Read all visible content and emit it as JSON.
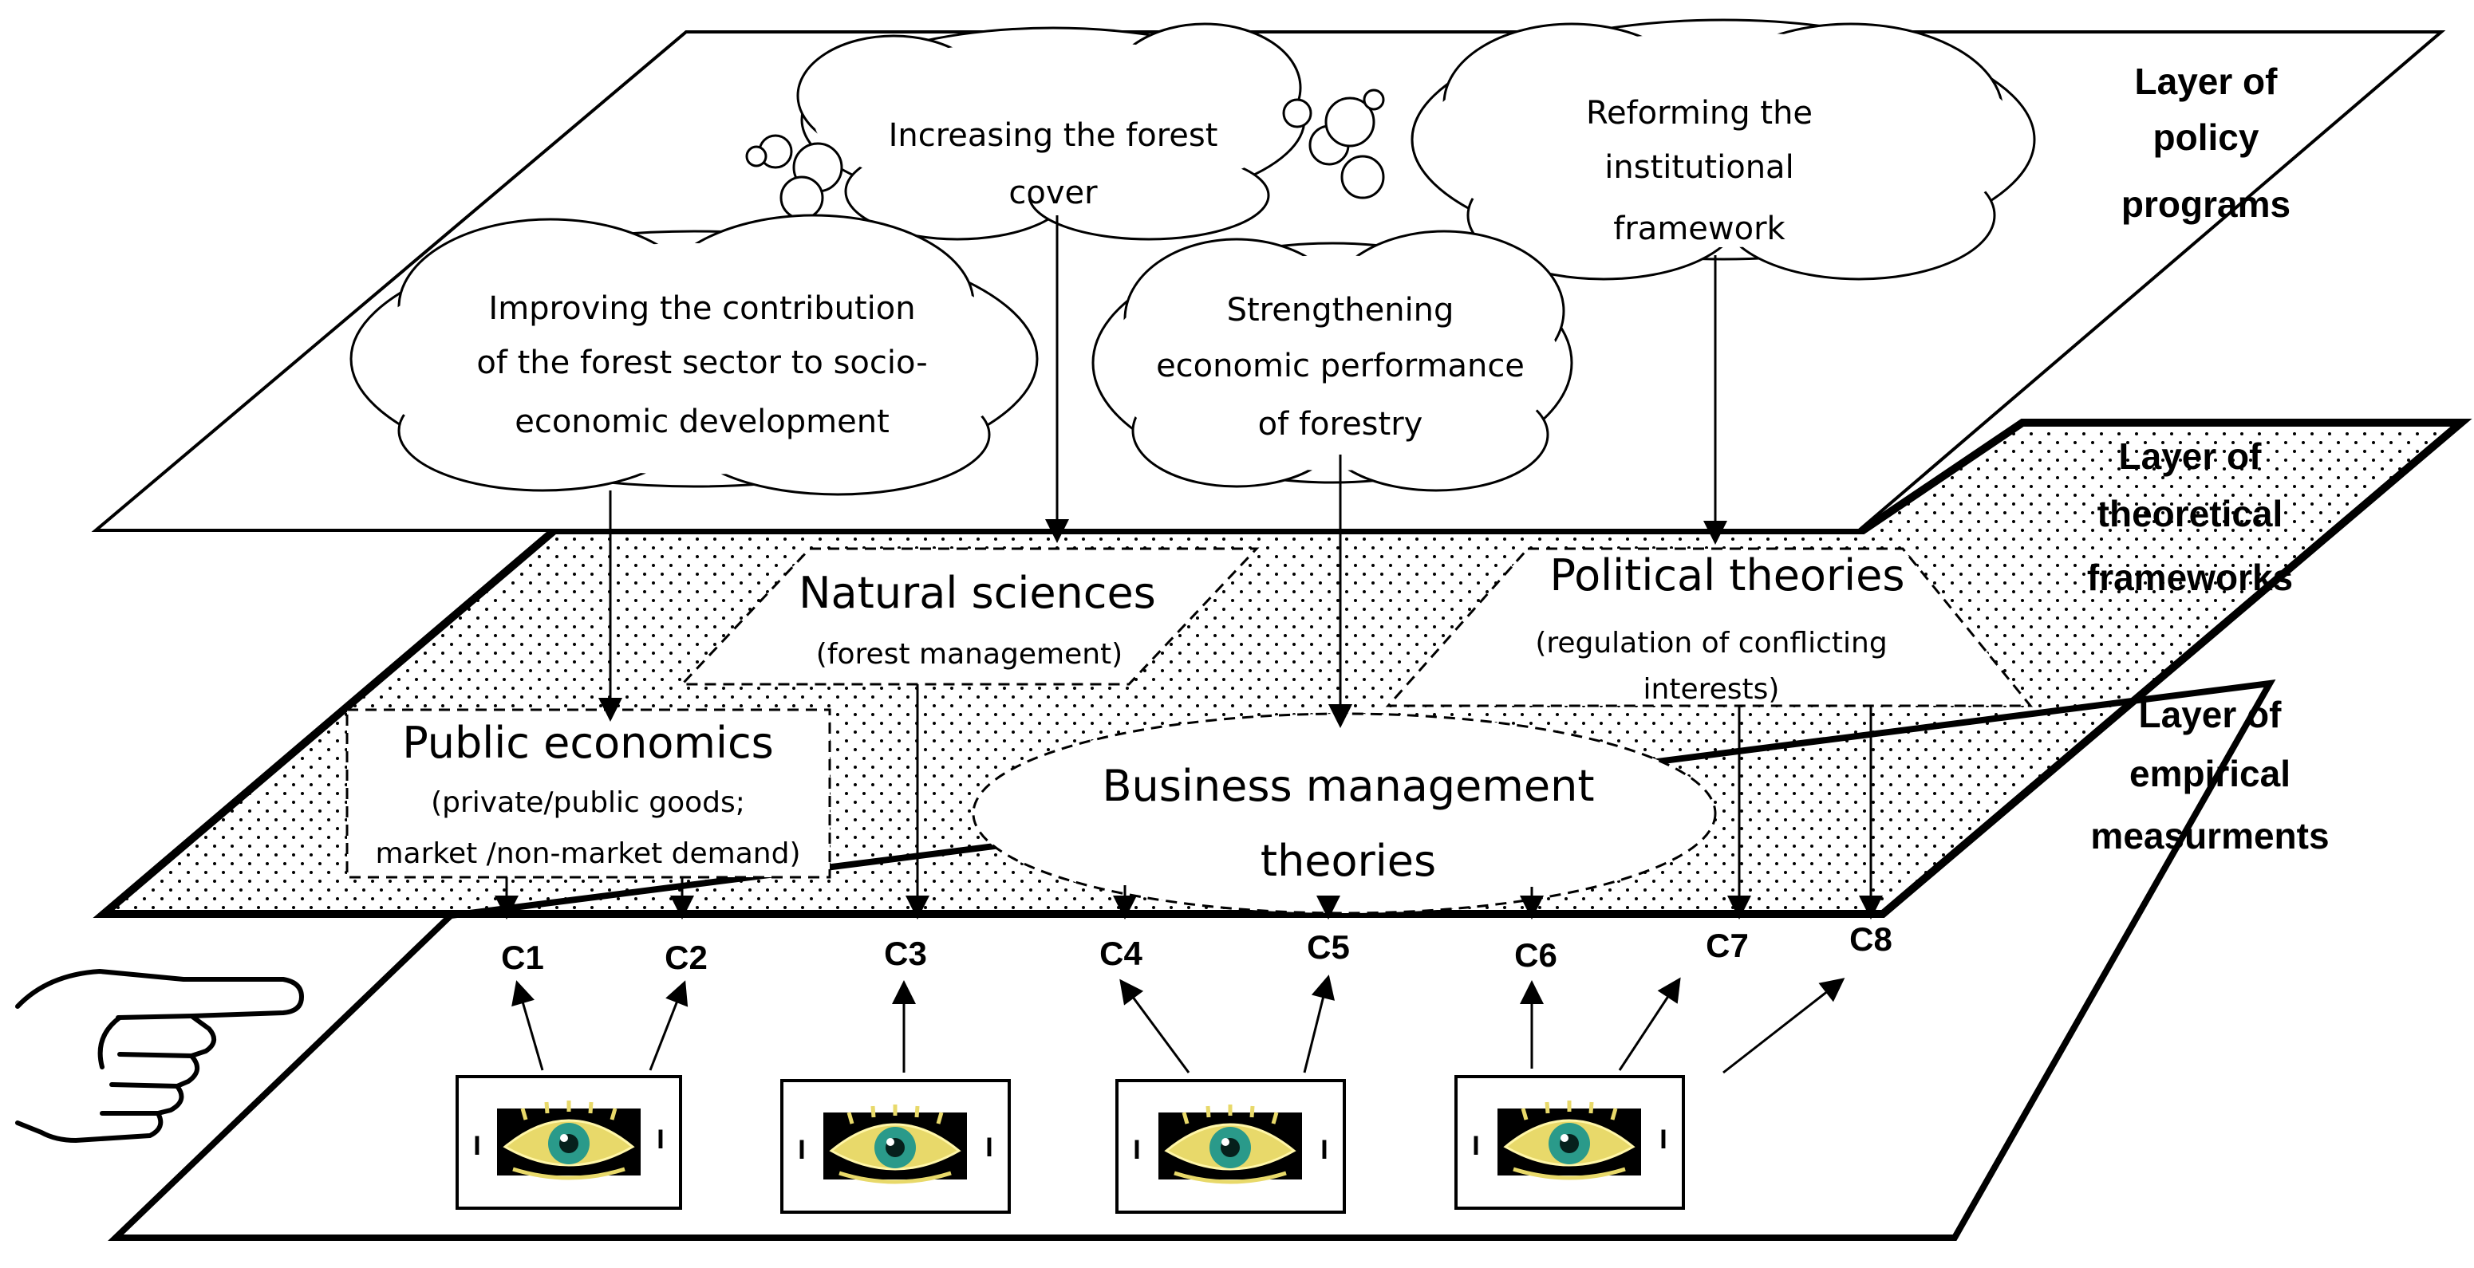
{
  "layers": {
    "policy": [
      "Layer of",
      "policy",
      "programs"
    ],
    "theoretical": [
      "Layer of",
      "theoretical",
      "frameworks"
    ],
    "empirical": [
      "Layer of",
      "empirical",
      "measurments"
    ]
  },
  "policy_programs": {
    "forest_cover": [
      "Increasing the forest",
      "cover"
    ],
    "institutional": [
      "Reforming the",
      "institutional",
      "framework"
    ],
    "socio_economic": [
      "Improving the contribution",
      "of the forest sector to socio-",
      "economic development"
    ],
    "economic_performance": [
      "Strengthening",
      "economic performance",
      "of forestry"
    ]
  },
  "frameworks": {
    "natural_sciences": {
      "title": "Natural sciences",
      "subtitle": "(forest management)"
    },
    "political": {
      "title": "Political theories",
      "subtitle": [
        "(regulation of conflicting",
        "interests)"
      ]
    },
    "public_economics": {
      "title": "Public economics",
      "subtitle": [
        "(private/public goods;",
        "market /non-market demand)"
      ]
    },
    "business": {
      "title": [
        "Business management",
        "theories"
      ]
    }
  },
  "criteria": [
    "C1",
    "C2",
    "C3",
    "C4",
    "C5",
    "C6",
    "C7",
    "C8"
  ],
  "observer_side_mark": "I",
  "icons": {
    "observer": "eye-icon",
    "pointer": "pointing-hand-icon"
  },
  "colors": {
    "line": "#000000",
    "background": "#ffffff",
    "eye_backdrop": "#000000",
    "eye_lid": "#e8d96a",
    "eye_iris": "#2a9a8a"
  }
}
